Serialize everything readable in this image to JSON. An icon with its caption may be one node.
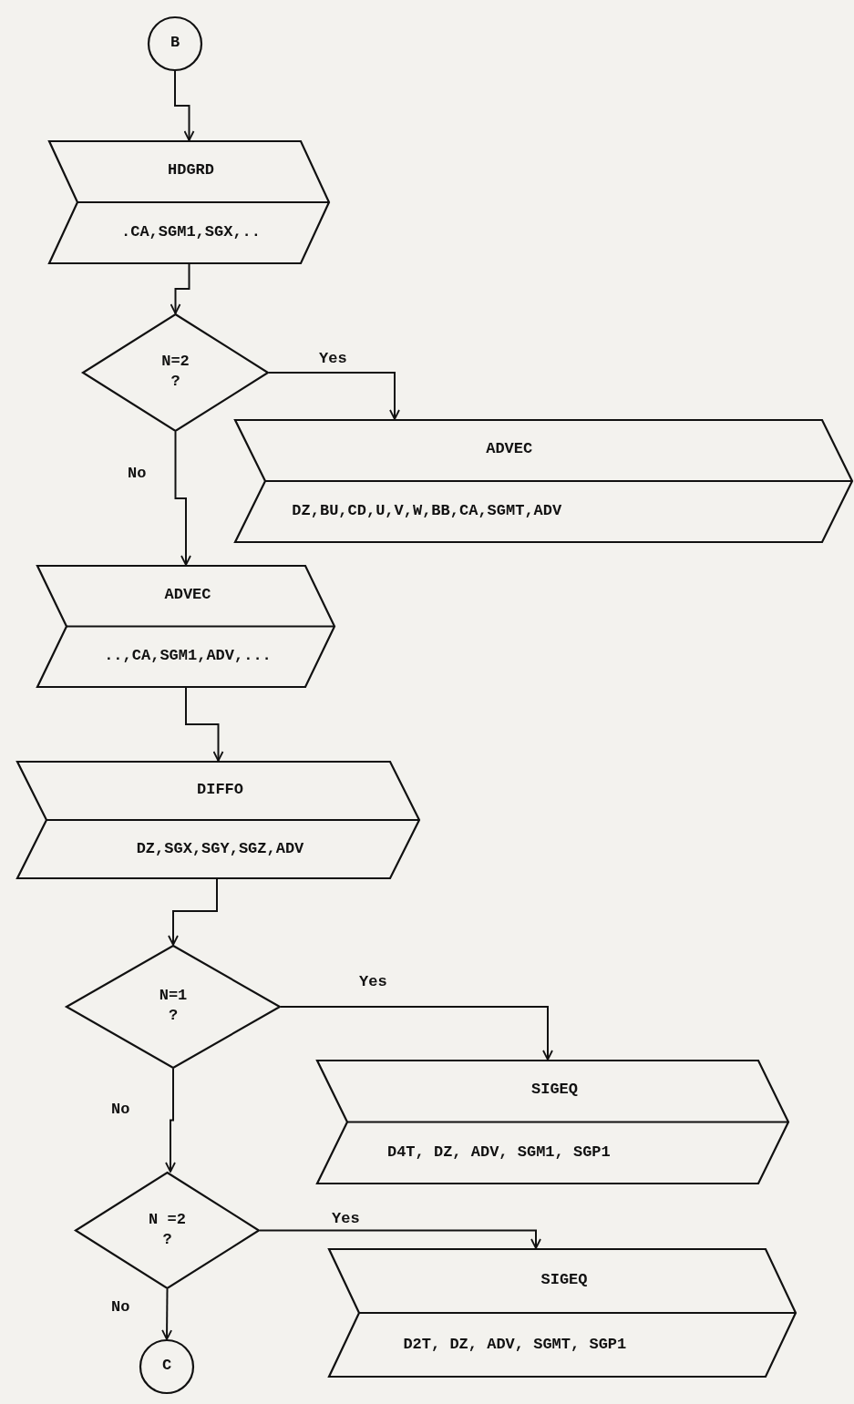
{
  "diagram": {
    "nodes": [
      {
        "text": [
          "B"
        ]
      },
      {
        "text": [
          "HDGRD",
          ".CA,SGM1,SGX,.."
        ]
      },
      {
        "text": [
          "N=2",
          "?"
        ]
      },
      {
        "text": [
          "ADVEC",
          "DZ,BU,CD,U,V,W,BB,CA,SGMT,ADV"
        ]
      },
      {
        "text": [
          "ADVEC",
          "..,CA,SGM1,ADV,..."
        ]
      },
      {
        "text": [
          "DIFFO",
          "DZ,SGX,SGY,SGZ,ADV"
        ]
      },
      {
        "text": [
          "N=1",
          "?"
        ]
      },
      {
        "text": [
          "SIGEQ",
          "D4T, DZ, ADV, SGM1, SGP1"
        ]
      },
      {
        "text": [
          "N =2",
          "?"
        ]
      },
      {
        "text": [
          "SIGEQ",
          "D2T, DZ, ADV, SGMT, SGP1"
        ]
      },
      {
        "text": [
          "C"
        ]
      }
    ],
    "edges": [
      {
        "from": 0,
        "to": 1,
        "arrow": "to"
      },
      {
        "from": 1,
        "to": 2,
        "arrow": "to"
      },
      {
        "from": 2,
        "to": 3,
        "arrow": "to",
        "label": "Yes"
      },
      {
        "from": 2,
        "to": 4,
        "arrow": "to",
        "label": "No"
      },
      {
        "from": 4,
        "to": 5,
        "arrow": "to"
      },
      {
        "from": 5,
        "to": 6,
        "arrow": "to"
      },
      {
        "from": 6,
        "to": 7,
        "arrow": "to",
        "label": "Yes"
      },
      {
        "from": 6,
        "to": 8,
        "arrow": "to",
        "label": "No"
      },
      {
        "from": 8,
        "to": 9,
        "arrow": "to",
        "label": "Yes"
      },
      {
        "from": 8,
        "to": 10,
        "arrow": "to",
        "label": "No"
      }
    ]
  }
}
